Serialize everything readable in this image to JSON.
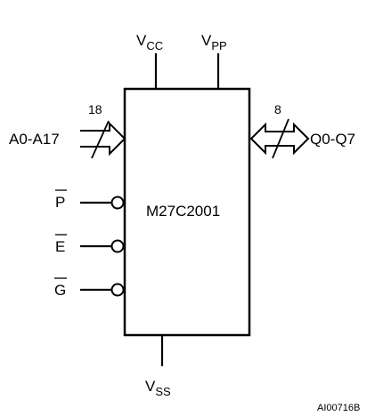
{
  "chip": {
    "name": "M27C2001"
  },
  "power": {
    "vcc": {
      "main": "V",
      "sub": "CC"
    },
    "vpp": {
      "main": "V",
      "sub": "PP"
    },
    "vss": {
      "main": "V",
      "sub": "SS"
    }
  },
  "inputs": {
    "address": {
      "label": "A0-A17",
      "width": "18"
    },
    "program": {
      "label": "P"
    },
    "enable": {
      "label": "E"
    },
    "output_enable": {
      "label": "G"
    }
  },
  "outputs": {
    "data": {
      "label": "Q0-Q7",
      "width": "8"
    }
  },
  "reference": "AI00716B"
}
